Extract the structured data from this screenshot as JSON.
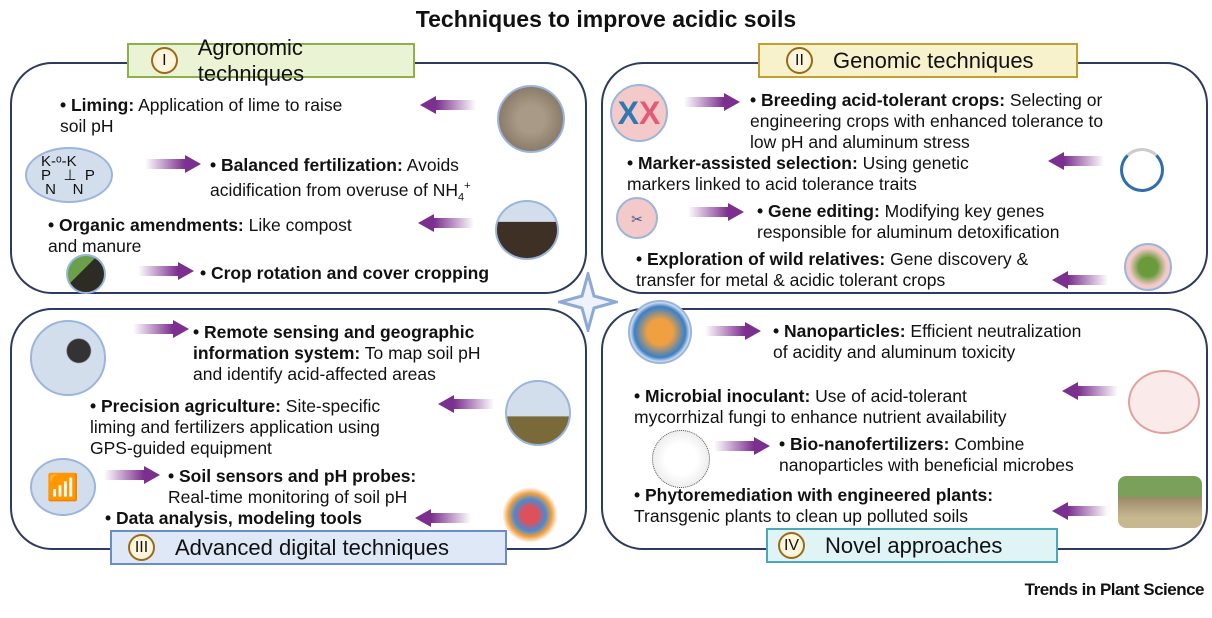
{
  "title": "Techniques to improve acidic soils",
  "footer": "Trends in Plant Science",
  "colors": {
    "arrow": "#7b2f8e",
    "panel_border": "#2e3a5e"
  },
  "panels": [
    {
      "num": "I",
      "title": "Agronomic techniques",
      "items": [
        {
          "label": "• Liming:",
          "text": " Application of lime to raise\nsoil pH"
        },
        {
          "label": "• Balanced fertilization:",
          "text": " Avoids\nacidification from overuse of NH",
          "sub": "4",
          "sup": "+"
        },
        {
          "label": "• Organic amendments:",
          "text": " Like compost\nand manure"
        },
        {
          "label": "• Crop rotation and cover cropping",
          "text": ""
        }
      ]
    },
    {
      "num": "II",
      "title": "Genomic techniques",
      "items": [
        {
          "label": "• Breeding acid-tolerant crops:",
          "text": " Selecting or\nengineering crops with enhanced tolerance to\nlow pH and aluminum stress"
        },
        {
          "label": "• Marker-assisted selection:",
          "text": " Using genetic\nmarkers linked to acid tolerance traits"
        },
        {
          "label": "• Gene editing:",
          "text": " Modifying key genes\nresponsible for aluminum detoxification"
        },
        {
          "label": "• Exploration of wild relatives:",
          "text": " Gene discovery &\ntransfer for metal & acidic tolerant crops"
        }
      ]
    },
    {
      "num": "III",
      "title": "Advanced digital techniques",
      "items": [
        {
          "label": "• Remote sensing and geographic\ninformation system:",
          "text": " To map soil pH\nand identify acid-affected areas"
        },
        {
          "label": "• Precision agriculture:",
          "text": " Site-specific\nliming and fertilizers application using\nGPS-guided equipment"
        },
        {
          "label": "• Soil sensors and pH probes:",
          "text": "\nReal-time monitoring of soil pH"
        },
        {
          "label": "• Data analysis, modeling tools",
          "text": ""
        }
      ]
    },
    {
      "num": "IV",
      "title": "Novel approaches",
      "items": [
        {
          "label": "• Nanoparticles:",
          "text": " Efficient neutralization\nof acidity and aluminum toxicity"
        },
        {
          "label": "• Microbial inoculant:",
          "text": " Use of acid-tolerant\nmycorrhizal fungi  to enhance nutrient availability"
        },
        {
          "label": "• Bio-nanofertilizers:",
          "text": " Combine\nnanoparticles with beneficial microbes"
        },
        {
          "label": "• Phytoremediation with engineered plants:",
          "text": "\nTransgenic plants to clean up polluted soils"
        }
      ]
    }
  ]
}
